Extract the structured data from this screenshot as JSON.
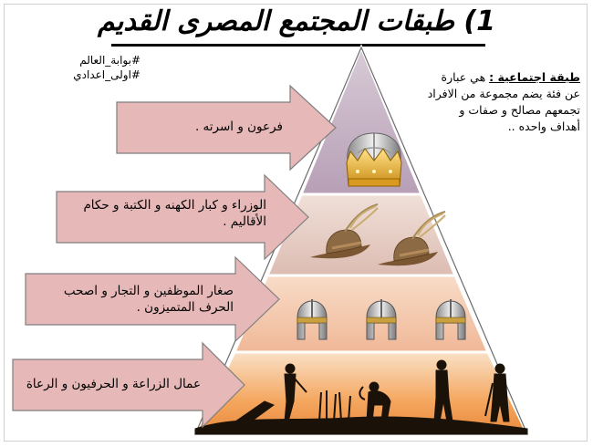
{
  "title": "1) طبقات المجتمع المصرى القديم",
  "hashtags": [
    "#بوابة_العالم",
    "#اولى_اعدادي"
  ],
  "definition": {
    "term": "طبقة اجتماعية :",
    "text": "هي عبارة عن فئة يضم مجموعة من الافراد تجمعهم مصالح و صفات و أهداف واحده .."
  },
  "levels": [
    {
      "label": "فرعون و اسرته ."
    },
    {
      "label": "الوزراء و كبار الكهنه و الكتبة و حكام الأقاليم ."
    },
    {
      "label": "صغار الموظفين و التجار و اصحب الحرف المتميزون ."
    },
    {
      "label": "عمال الزراعة و الحرفيون و الرعاة"
    }
  ],
  "colors": {
    "arrow_fill": "#e6b8b7",
    "arrow_stroke": "#7f7f7f",
    "tier1": "#c9b3c5",
    "tier2": "#e8d3cc",
    "tier3": "#f3cdb7",
    "tier4": "#f3a866"
  },
  "icons": [
    "crown-icon",
    "feathered-hat-icon",
    "helmet-icon",
    "farm-workers-silhouette"
  ]
}
